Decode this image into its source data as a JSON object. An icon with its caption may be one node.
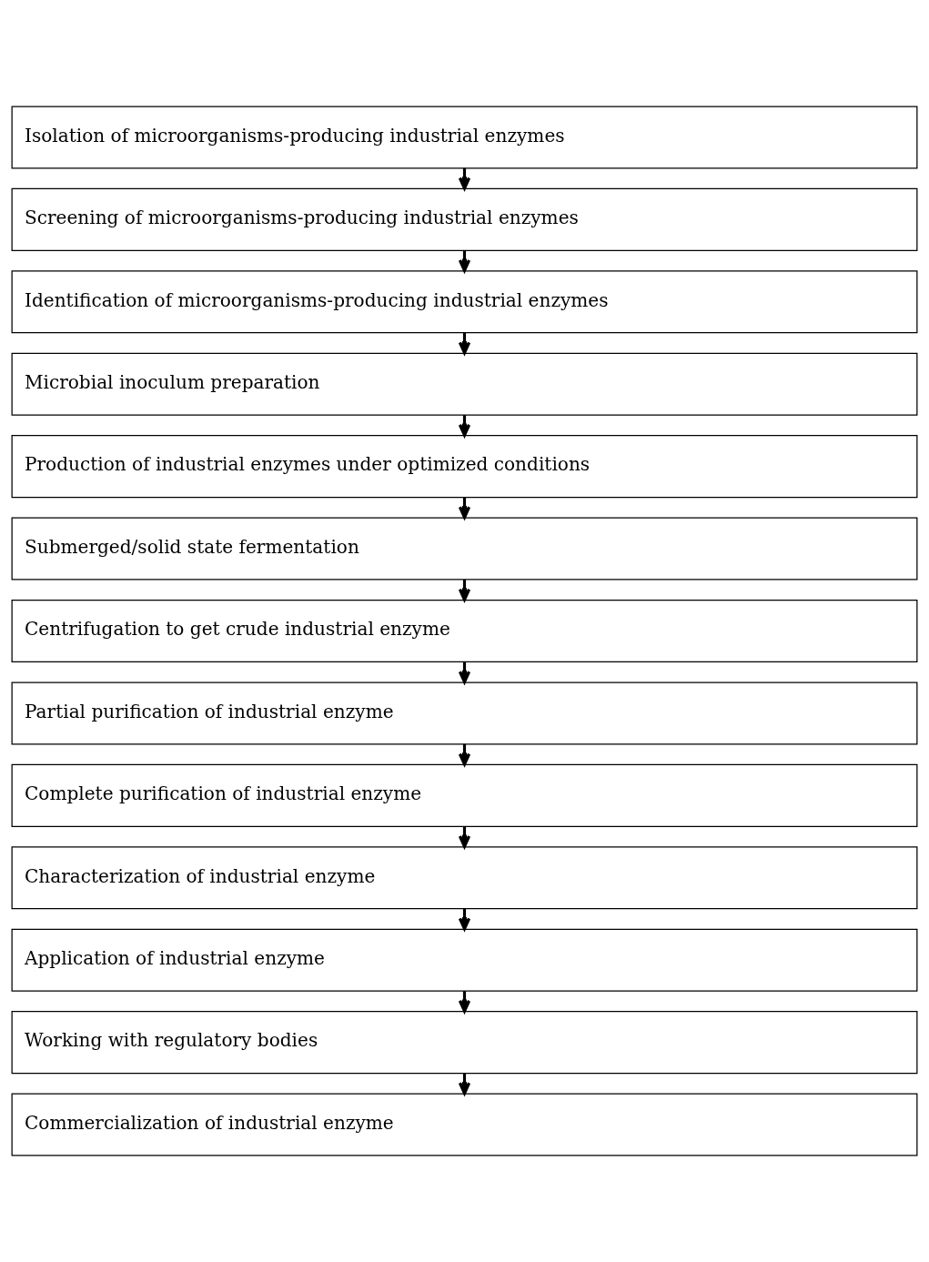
{
  "diagram": {
    "nodes": [
      {
        "text": [
          "Isolation of microorganisms-producing industrial enzymes"
        ]
      },
      {
        "text": [
          "Screening of microorganisms-producing industrial enzymes"
        ]
      },
      {
        "text": [
          "Identification of microorganisms-producing industrial enzymes"
        ]
      },
      {
        "text": [
          "Microbial inoculum preparation"
        ]
      },
      {
        "text": [
          "Production of industrial enzymes under optimized conditions"
        ]
      },
      {
        "text": [
          "Submerged/solid state fermentation"
        ]
      },
      {
        "text": [
          "Centrifugation to get crude industrial enzyme"
        ]
      },
      {
        "text": [
          "Partial purification of industrial enzyme"
        ]
      },
      {
        "text": [
          "Complete purification of industrial enzyme"
        ]
      },
      {
        "text": [
          "Characterization of industrial enzyme"
        ]
      },
      {
        "text": [
          "Application of industrial enzyme"
        ]
      },
      {
        "text": [
          "Working with regulatory bodies"
        ]
      },
      {
        "text": [
          "Commercialization of industrial enzyme"
        ]
      }
    ],
    "edges": [
      {
        "from": 0,
        "to": 1,
        "arrow": "to"
      },
      {
        "from": 1,
        "to": 2,
        "arrow": "to"
      },
      {
        "from": 2,
        "to": 3,
        "arrow": "to"
      },
      {
        "from": 3,
        "to": 4,
        "arrow": "to"
      },
      {
        "from": 4,
        "to": 5,
        "arrow": "to"
      },
      {
        "from": 5,
        "to": 6,
        "arrow": "to"
      },
      {
        "from": 6,
        "to": 7,
        "arrow": "to"
      },
      {
        "from": 7,
        "to": 8,
        "arrow": "to"
      },
      {
        "from": 8,
        "to": 9,
        "arrow": "to"
      },
      {
        "from": 9,
        "to": 10,
        "arrow": "to"
      },
      {
        "from": 10,
        "to": 11,
        "arrow": "to"
      },
      {
        "from": 11,
        "to": 12,
        "arrow": "to"
      }
    ]
  }
}
